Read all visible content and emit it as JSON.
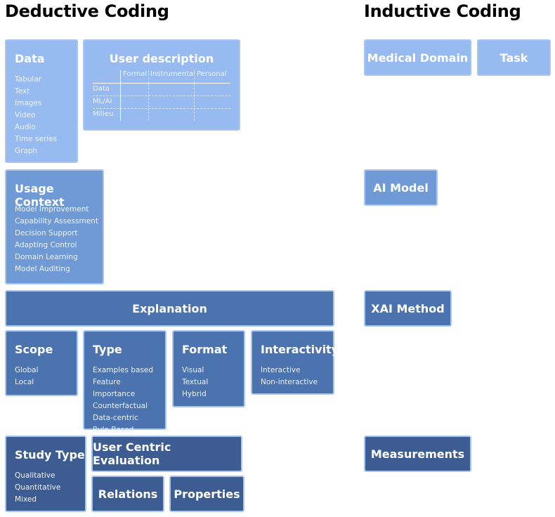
{
  "headings": {
    "deductive": "Deductive Coding",
    "inductive": "Inductive Coding"
  },
  "colors": {
    "lightest": "#97bbf0",
    "light": "#6f9ad6",
    "medium": "#4b73b0",
    "dark": "#3d5d92",
    "border": "#a9c6ee"
  },
  "deductive": {
    "data": {
      "title": "Data",
      "items": [
        "Tabular",
        "Text",
        "Images",
        "Video",
        "Audio",
        "Time series",
        "Graph"
      ]
    },
    "user_description": {
      "title": "User description",
      "columns": [
        "Formal",
        "Instrumental",
        "Personal"
      ],
      "rows": [
        "Data",
        "ML/AI",
        "Milieu"
      ]
    },
    "usage_context": {
      "title": "Usage Context",
      "items": [
        "Model Improvement",
        "Capability Assessment",
        "Decision Support",
        "Adapting Control",
        "Domain Learning",
        "Model Auditing"
      ]
    },
    "explanation": {
      "title": "Explanation"
    },
    "scope": {
      "title": "Scope",
      "items": [
        "Global",
        "Local"
      ]
    },
    "type": {
      "title": "Type",
      "items": [
        "Examples based",
        "Feature Importance",
        "Counterfactual",
        "Data-centric",
        "Rule Based"
      ]
    },
    "format": {
      "title": "Format",
      "items": [
        "Visual",
        "Textual",
        "Hybrid"
      ]
    },
    "interactivity": {
      "title": "Interactivity",
      "items": [
        "Interactive",
        "Non-interactive"
      ]
    },
    "study_type": {
      "title": "Study Type",
      "items": [
        "Qualitative",
        "Quantitative",
        "Mixed"
      ]
    },
    "user_centric_evaluation": {
      "title": "User Centric Evaluation"
    },
    "relations": {
      "title": "Relations"
    },
    "properties": {
      "title": "Properties"
    }
  },
  "inductive": {
    "medical_domain": {
      "title": "Medical Domain"
    },
    "task": {
      "title": "Task"
    },
    "ai_model": {
      "title": "AI Model"
    },
    "xai_method": {
      "title": "XAI Method"
    },
    "measurements": {
      "title": "Measurements"
    }
  }
}
